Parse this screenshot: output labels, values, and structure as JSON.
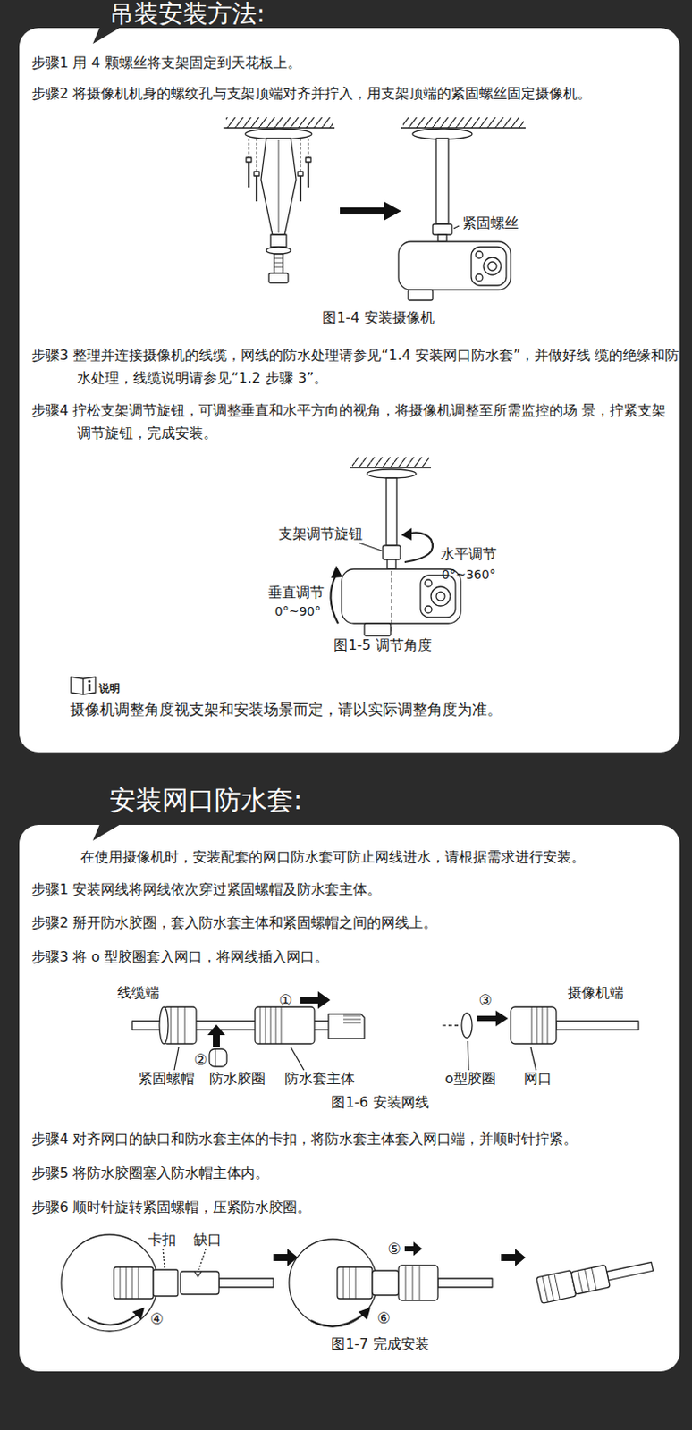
{
  "diagram": {
    "nodes": [
      {
        "text": [
          "吊装安装方法:",
          "步骤1 用 4 颗螺丝将支架固定到天花板上。",
          "步骤2 将摄像机机身的螺纹孔与支架顶端对齐并拧入，用支架顶端的紧固螺丝固定摄像机。",
          "步骤3 整理并连接摄像机的线缆，网线的防水处理请参见“1.4 安装网口防水套”，并做好线 缆的绝缘和防水处理，线缆说明请参见“1.2 步骤 3”。",
          "步骤4 拧松支架调节旋钮，可调整垂直和水平方向的视角，将摄像机调整至所需监控的场 景，拧紧支架调节旋钮，完成安装。",
          "说明",
          "摄像机调整角度视支架和安装场景而定，请以实际调整角度为准。"
        ]
      },
      {
        "text": [
          "安装网口防水套:",
          "在使用摄像机时，安装配套的网口防水套可防止网线进水，请根据需求进行安装。",
          "步骤1 安装网线将网线依次穿过紧固螺帽及防水套主体。",
          "步骤2 掰开防水胶圈，套入防水套主体和紧固螺帽之间的网线上。",
          "步骤3 将 o 型胶圈套入网口，将网线插入网口。",
          "步骤4 对齐网口的缺口和防水套主体的卡扣，将防水套主体套入网口端，并顺时针拧紧。",
          "步骤5 将防水胶圈塞入防水帽主体内。",
          "步骤6 顺时针旋转紧固螺帽，压紧防水胶圈。"
        ]
      }
    ],
    "labels": [
      "紧固螺丝",
      "图1-4 安装摄像机",
      "支架调节旋钮",
      "水平调节",
      "0°~360°",
      "垂直调节",
      "0°~90°",
      "图1-5 调节角度",
      "线缆端",
      "①",
      "②",
      "紧固螺帽",
      "防水胶圈",
      "防水套主体",
      "③",
      "摄像机端",
      "o型胶圈",
      "网口",
      "图1-6 安装网线",
      "卡扣",
      "缺口",
      "④",
      "⑤",
      "⑥",
      "图1-7 完成安装"
    ]
  }
}
